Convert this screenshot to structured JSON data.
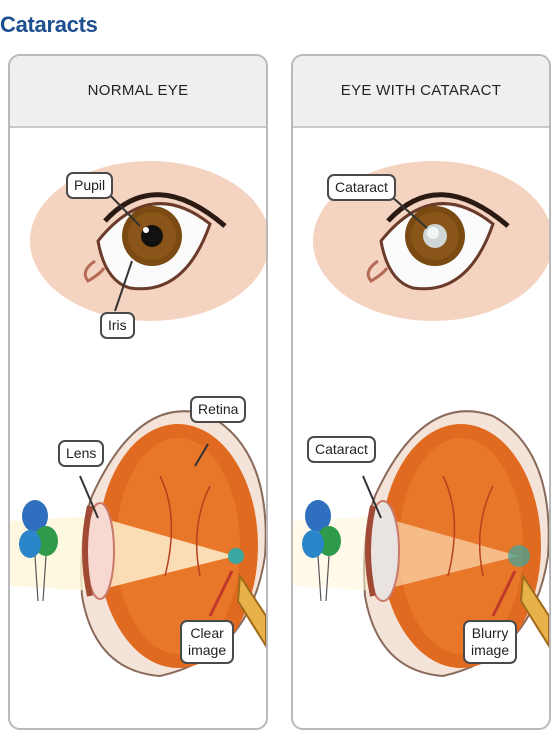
{
  "page": {
    "title": "Cataracts"
  },
  "panels": {
    "normal": {
      "title": "NORMAL EYE",
      "labels": {
        "pupil": "Pupil",
        "iris": "Iris",
        "lens": "Lens",
        "retina": "Retina",
        "image_line1": "Clear",
        "image_line2": "image"
      }
    },
    "cataract": {
      "title": "EYE WITH CATARACT",
      "labels": {
        "cataract_front": "Cataract",
        "cataract_side": "Cataract",
        "image_line1": "Blurry",
        "image_line2": "image"
      }
    }
  },
  "colors": {
    "title": "#1d4f8f",
    "iris": "#7a4a12",
    "eyeball": "#e06a1f",
    "cataract_haze": "#cfd6d6",
    "balloon_blue": "#2f6fbf",
    "balloon_green": "#2e9a4a"
  }
}
